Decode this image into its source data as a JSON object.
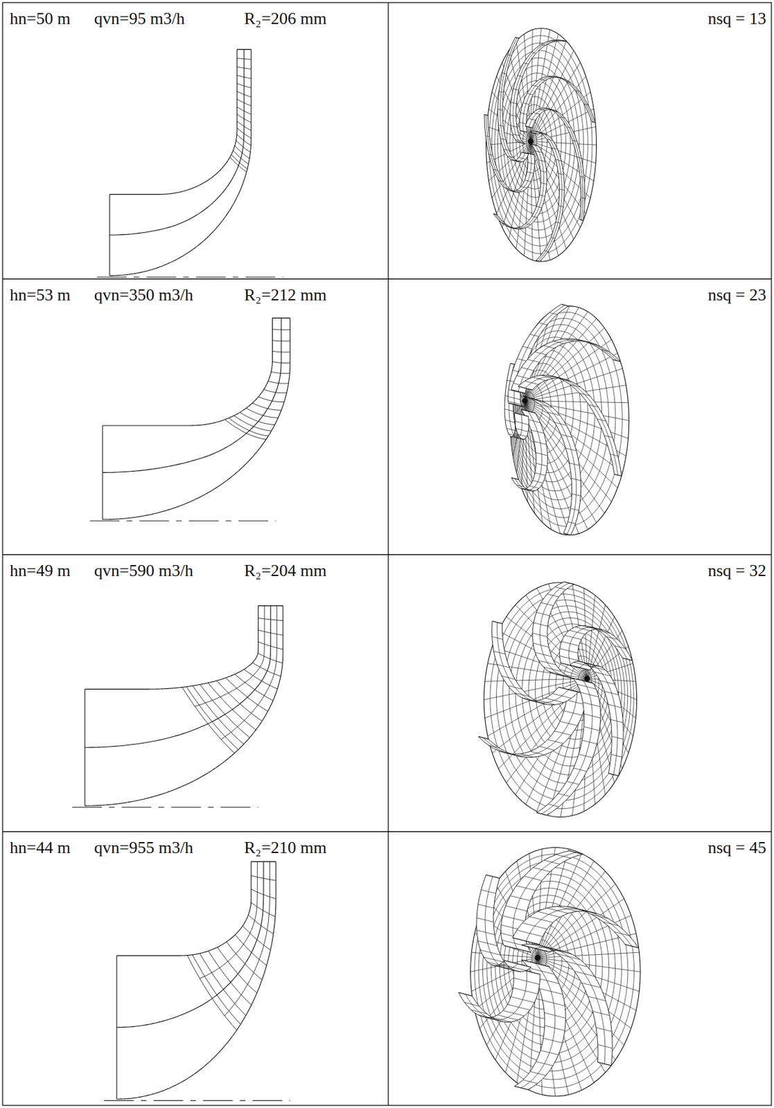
{
  "diagram": {
    "labels": [
      "hn=50 m",
      "qvn=95 m3/h",
      "R₂=206 mm",
      "nsq = 13",
      "hn=53 m",
      "qvn=350 m3/h",
      "R₂=212 mm",
      "nsq = 23",
      "hn=49 m",
      "qvn=590 m3/h",
      "R₂=204 mm",
      "nsq = 32",
      "hn=44 m",
      "qvn=955 m3/h",
      "R₂=210 mm",
      "nsq = 45"
    ]
  }
}
